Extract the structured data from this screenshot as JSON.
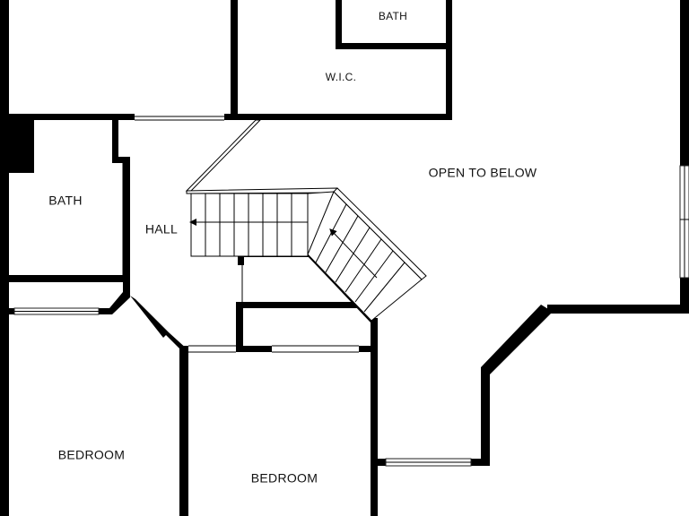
{
  "rooms": {
    "bath_top": "BATH",
    "wic": "W.I.C.",
    "open_to_below": "OPEN TO BELOW",
    "bath_left": "BATH",
    "hall": "HALL",
    "bedroom_left": "BEDROOM",
    "bedroom_center": "BEDROOM"
  },
  "colors": {
    "wall": "#000000",
    "background": "#ffffff"
  }
}
